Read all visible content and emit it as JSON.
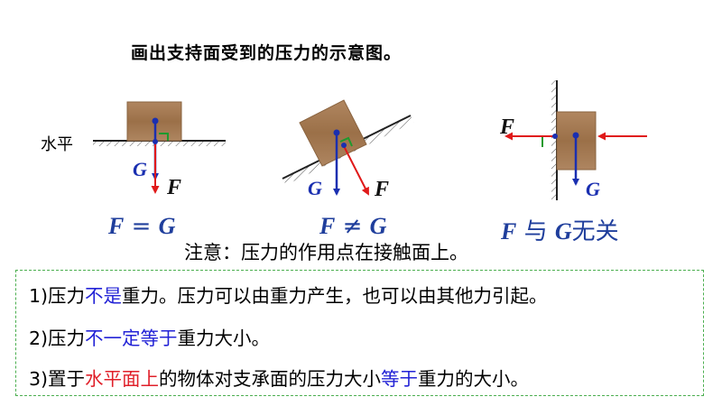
{
  "title": "画出支持面受到的压力的示意图。",
  "colors": {
    "force_blue": "#1a2fb0",
    "force_red": "#e01a1a",
    "box_dashed": "#4caf50",
    "block_brown": "#a0784f"
  },
  "diagrams": {
    "horizontal": {
      "surface_label": "水平",
      "g_label": "G",
      "f_label": "F",
      "relation_lhs": "F",
      "relation_op": " = ",
      "relation_rhs": "G"
    },
    "incline": {
      "g_label": "G",
      "f_label": "F",
      "relation_lhs": "F",
      "relation_op": " ≠ ",
      "relation_rhs": "G"
    },
    "wall": {
      "g_label": "G",
      "f_label": "F",
      "relation_lhs": "F",
      "relation_op": " 与 ",
      "relation_rhs": "G",
      "relation_suffix": "无关"
    }
  },
  "note": "注意：压力的作用点在接触面上。",
  "lines": [
    {
      "prefix": "1)压力",
      "hl1": "不是",
      "mid": "重力。压力可以由重力产生，也可以由其他力引起。"
    },
    {
      "prefix": "2)压力",
      "hl1": "不一定等于",
      "mid": "重力大小。"
    },
    {
      "prefix": "3)置于",
      "hl1": "水平面上",
      "mid": "的物体对支承面的压力大小",
      "hl2": "等于",
      "suffix": "重力的大小。"
    }
  ]
}
